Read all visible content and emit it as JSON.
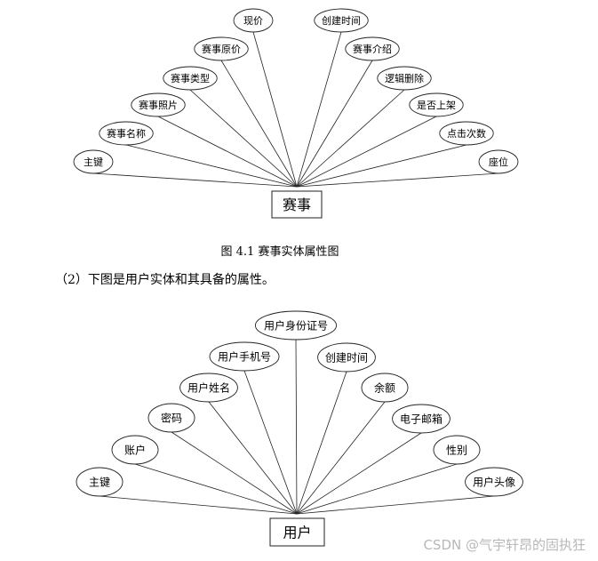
{
  "diagram1": {
    "entity": "赛事",
    "attributes": [
      "主键",
      "赛事名称",
      "赛事照片",
      "赛事类型",
      "赛事原价",
      "现价",
      "创建时间",
      "赛事介绍",
      "逻辑删除",
      "是否上架",
      "点击次数",
      "座位"
    ]
  },
  "caption1": "图 4.1 赛事实体属性图",
  "intro2": "（2）下图是用户实体和其具备的属性。",
  "diagram2": {
    "entity": "用户",
    "attributes": [
      "主键",
      "账户",
      "密码",
      "用户姓名",
      "用户手机号",
      "用户身份证号",
      "创建时间",
      "余额",
      "电子邮箱",
      "性别",
      "用户头像"
    ]
  },
  "watermark": "CSDN @气宇轩昂的固执狂"
}
